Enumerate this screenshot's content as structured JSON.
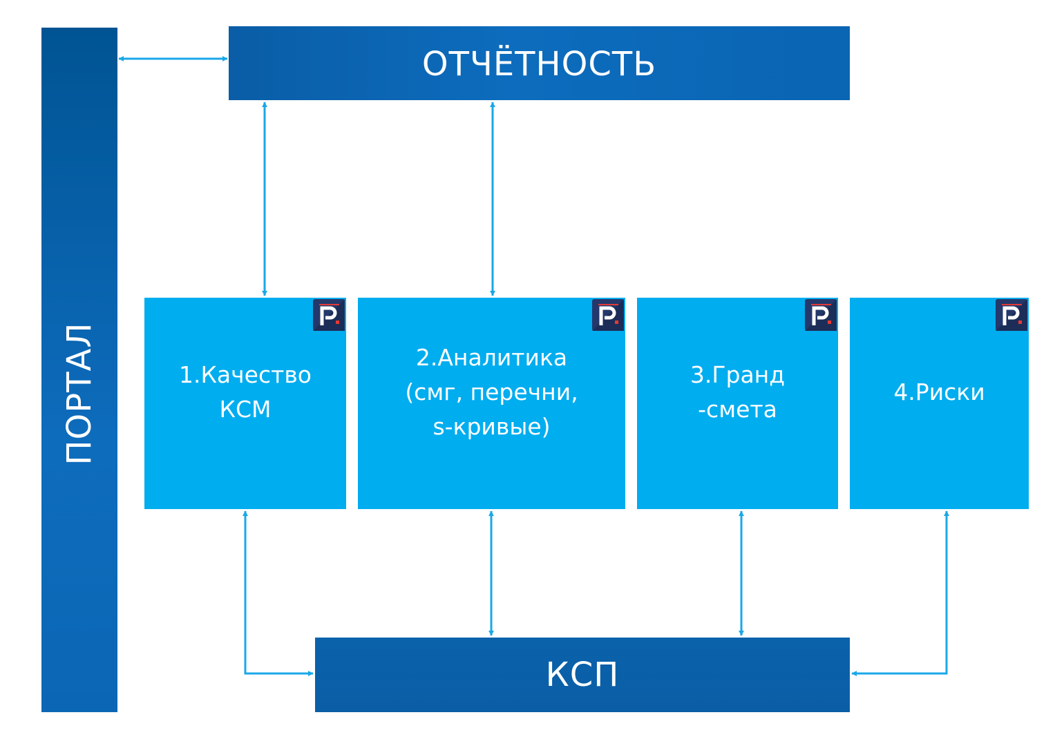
{
  "portal": {
    "label": "ПОРТАЛ"
  },
  "top_bar": {
    "label": "ОТЧЁТНОСТЬ"
  },
  "bottom_bar": {
    "label": "КСП"
  },
  "modules": [
    {
      "title": "1.Качество\nКСМ",
      "logo": "p-logo-icon"
    },
    {
      "title": "2.Аналитика\n(смг, перечни,\ns-кривые)",
      "logo": "p-logo-icon"
    },
    {
      "title": "3.Гранд\n-смета",
      "logo": "p-logo-icon"
    },
    {
      "title": "4.Риски",
      "logo": "p-logo-icon"
    }
  ],
  "colors": {
    "dark_blue": "#0b62ad",
    "module_blue": "#00adef",
    "arrow": "#1aa7e8",
    "logo_bg": "#24386b",
    "logo_accent": "#e53935"
  }
}
